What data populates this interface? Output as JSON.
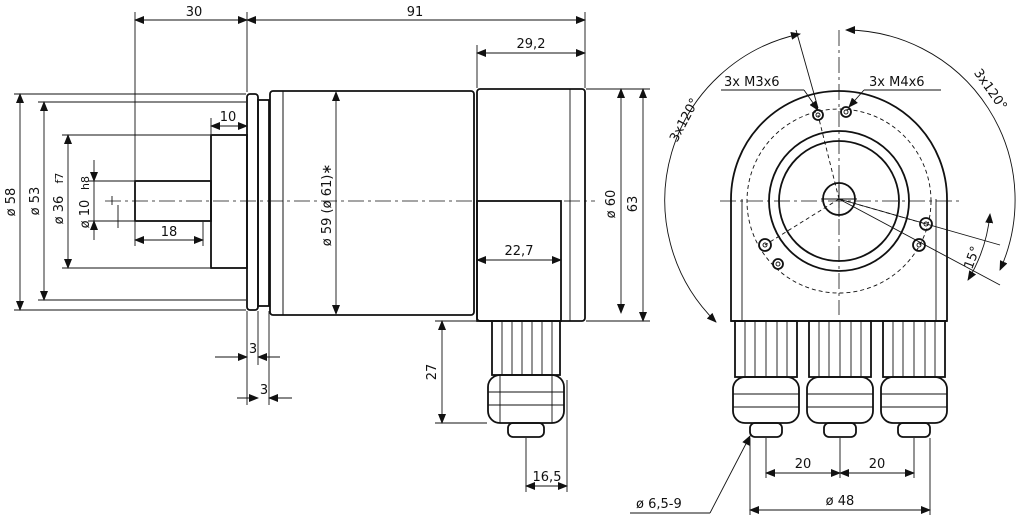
{
  "side_view": {
    "dim_top_left": "30",
    "dim_top_total": "91",
    "dim_top_right": "29,2",
    "dim_flange": "10",
    "dia_58": "ø 58",
    "dia_53": "ø 53",
    "dia_36": "ø 36",
    "tol_36": "f7",
    "dia_10": "ø 10",
    "tol_10": "h8",
    "dim_18": "18",
    "dia_59": "ø 59 (ø 61)∗",
    "dim_22_7": "22,7",
    "dia_60": "ø 60",
    "dim_63": "63",
    "dim_3a": "3",
    "dim_3b": "3",
    "dim_27": "27",
    "dim_16_5": "16,5"
  },
  "front_view": {
    "label_m3": "3x M3x6",
    "label_m4": "3x M4x6",
    "angle_left": "3x120°",
    "angle_right": "3x120°",
    "angle_15": "15°",
    "dim_20a": "20",
    "dim_20b": "20",
    "dia_48": "ø 48",
    "cable_dia": "ø 6,5-9"
  }
}
